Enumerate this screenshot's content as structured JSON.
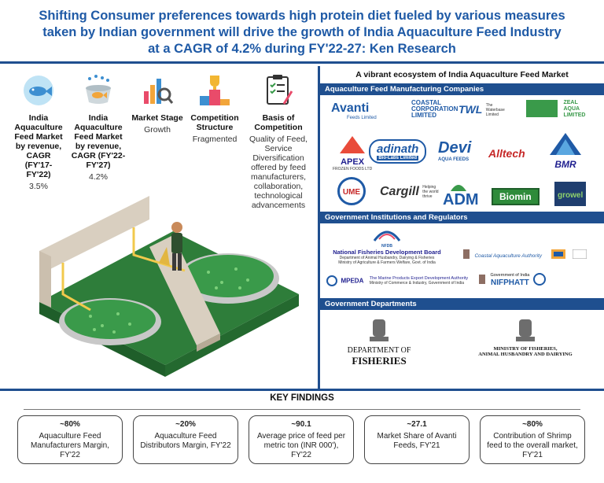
{
  "title": {
    "line1": "Shifting Consumer preferences towards high protein diet fueled by various measures",
    "line2": "taken by Indian government will drive the growth of India Aquaculture Feed Industry",
    "line3": "at a CAGR of 4.2% during FY'22-27: Ken Research"
  },
  "stats": [
    {
      "label": "India Aquaculture Feed Market by revenue, CAGR (FY'17-FY'22)",
      "value": "3.5%",
      "icon": "fish-plate-icon"
    },
    {
      "label": "India Aquaculture Feed Market by revenue, CAGR (FY'22-FY'27)",
      "value": "4.2%",
      "icon": "fish-bowl-icon"
    },
    {
      "label": "Market Stage",
      "value": "Growth",
      "icon": "chart-magnifier-icon"
    },
    {
      "label": "Competition Structure",
      "value": "Fragmented",
      "icon": "trophy-podium-icon"
    },
    {
      "label": "Basis of Competition",
      "value": "Quality of Feed, Service Diversification offered by feed manufacturers, collaboration, technological advancements",
      "icon": "checklist-clipboard-icon"
    }
  ],
  "ecosystem": {
    "title": "A vibrant ecosystem of India Aquaculture Feed Market",
    "manufacturers_title": "Aquaculture Feed Manufacturing Companies",
    "manufacturers": {
      "avanti": "Avanti",
      "avanti_sub": "Feeds Limited",
      "coastal": "COASTAL",
      "coastal_sub1": "CORPORATION",
      "coastal_sub2": "LIMITED",
      "waterbase": "The Waterbase Limited",
      "zeal": "ZEAL",
      "zeal_sub1": "AQUA",
      "zeal_sub2": "LIMITED",
      "apex": "APEX",
      "apex_sub": "FROZEN FOODS LTD",
      "adinath": "adinath",
      "adinath_sub": "Bio-Labs Limited",
      "devi": "Devi",
      "devi_sub": "AQUA FEEDS",
      "alltech": "Alltech",
      "bmr": "BMR",
      "ume": "UME",
      "cargill": "Cargill",
      "cargill_sub": "Helping the world thrive",
      "adm": "ADM",
      "biomin": "Biomin",
      "growel": "growel"
    },
    "institutions_title": "Government Institutions and Regulators",
    "institutions": {
      "nfdb_abbr": "NFDB",
      "nfdb": "National Fisheries Development Board",
      "nfdb_sub1": "Department of Animal Husbandry, Dairying & Fisheries",
      "nfdb_sub2": "Ministry of Agriculture & Farmers Welfare, Govt. of India",
      "caa": "Coastal Aquaculture Authority",
      "mpeda": "MPEDA",
      "mpeda_full": "The Marine Products Export Development Authority",
      "mpeda_sub": "Ministry of Commerce & Industry, Government of India",
      "nifphatt_gov": "Government of India",
      "nifphatt": "NIFPHATT"
    },
    "departments_title": "Government Departments",
    "departments": {
      "dept_line1": "DEPARTMENT OF",
      "dept_line2": "FISHERIES",
      "ministry_line1": "MINISTRY OF FISHERIES,",
      "ministry_line2": "ANIMAL HUSBANDRY AND DAIRYING"
    }
  },
  "key_findings": {
    "title": "KEY FINDINGS",
    "items": [
      {
        "value": "~80%",
        "text": "Aquaculture Feed Manufacturers Margin, FY'22"
      },
      {
        "value": "~20%",
        "text": "Aquaculture Feed Distributors Margin, FY'22"
      },
      {
        "value": "~90.1",
        "text": "Average price of feed per metric ton (INR 000'), FY'22"
      },
      {
        "value": "~27.1",
        "text": "Market Share of Avanti Feeds, FY'21"
      },
      {
        "value": "~80%",
        "text": "Contribution of Shrimp feed to the overall market, FY'21"
      }
    ]
  },
  "colors": {
    "title_blue": "#1f5aa6",
    "bar_blue": "#1f4f8f",
    "pond_green": "#3a9a4a",
    "walkway_beige": "#d9cfc0"
  }
}
